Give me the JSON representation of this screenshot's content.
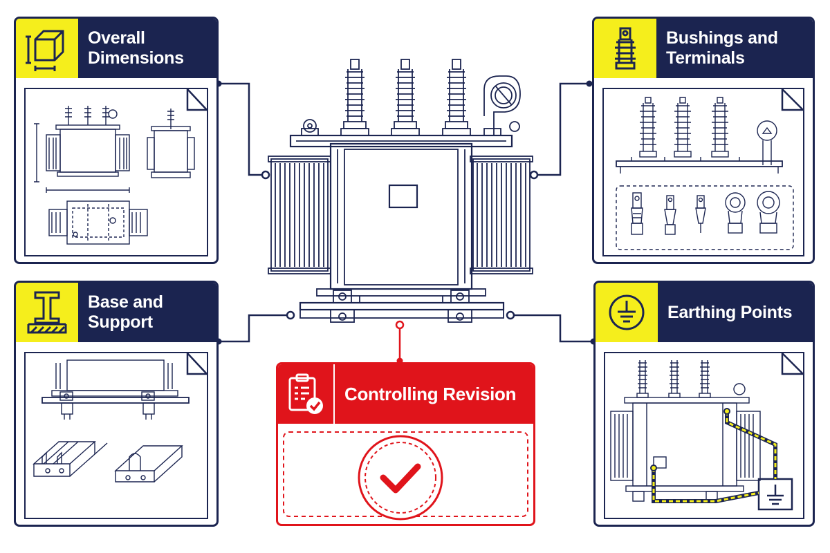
{
  "colors": {
    "navy": "#1b2450",
    "yellow": "#f5ee1c",
    "red": "#e0141b",
    "white": "#ffffff"
  },
  "panels": {
    "overall_dimensions": {
      "title_line1": "Overall",
      "title_line2": "Dimensions",
      "icon": "cube-dimensions-icon"
    },
    "bushings_terminals": {
      "title_line1": "Bushings and",
      "title_line2": "Terminals",
      "icon": "bushing-terminal-icon"
    },
    "base_support": {
      "title_line1": "Base and",
      "title_line2": "Support",
      "icon": "steel-beam-icon"
    },
    "earthing_points": {
      "title_line1": "Earthing Points",
      "icon": "earth-ground-icon"
    }
  },
  "revision": {
    "title": "Controlling Revision",
    "icon": "clipboard-check-icon",
    "status_icon": "check-circle-icon"
  }
}
